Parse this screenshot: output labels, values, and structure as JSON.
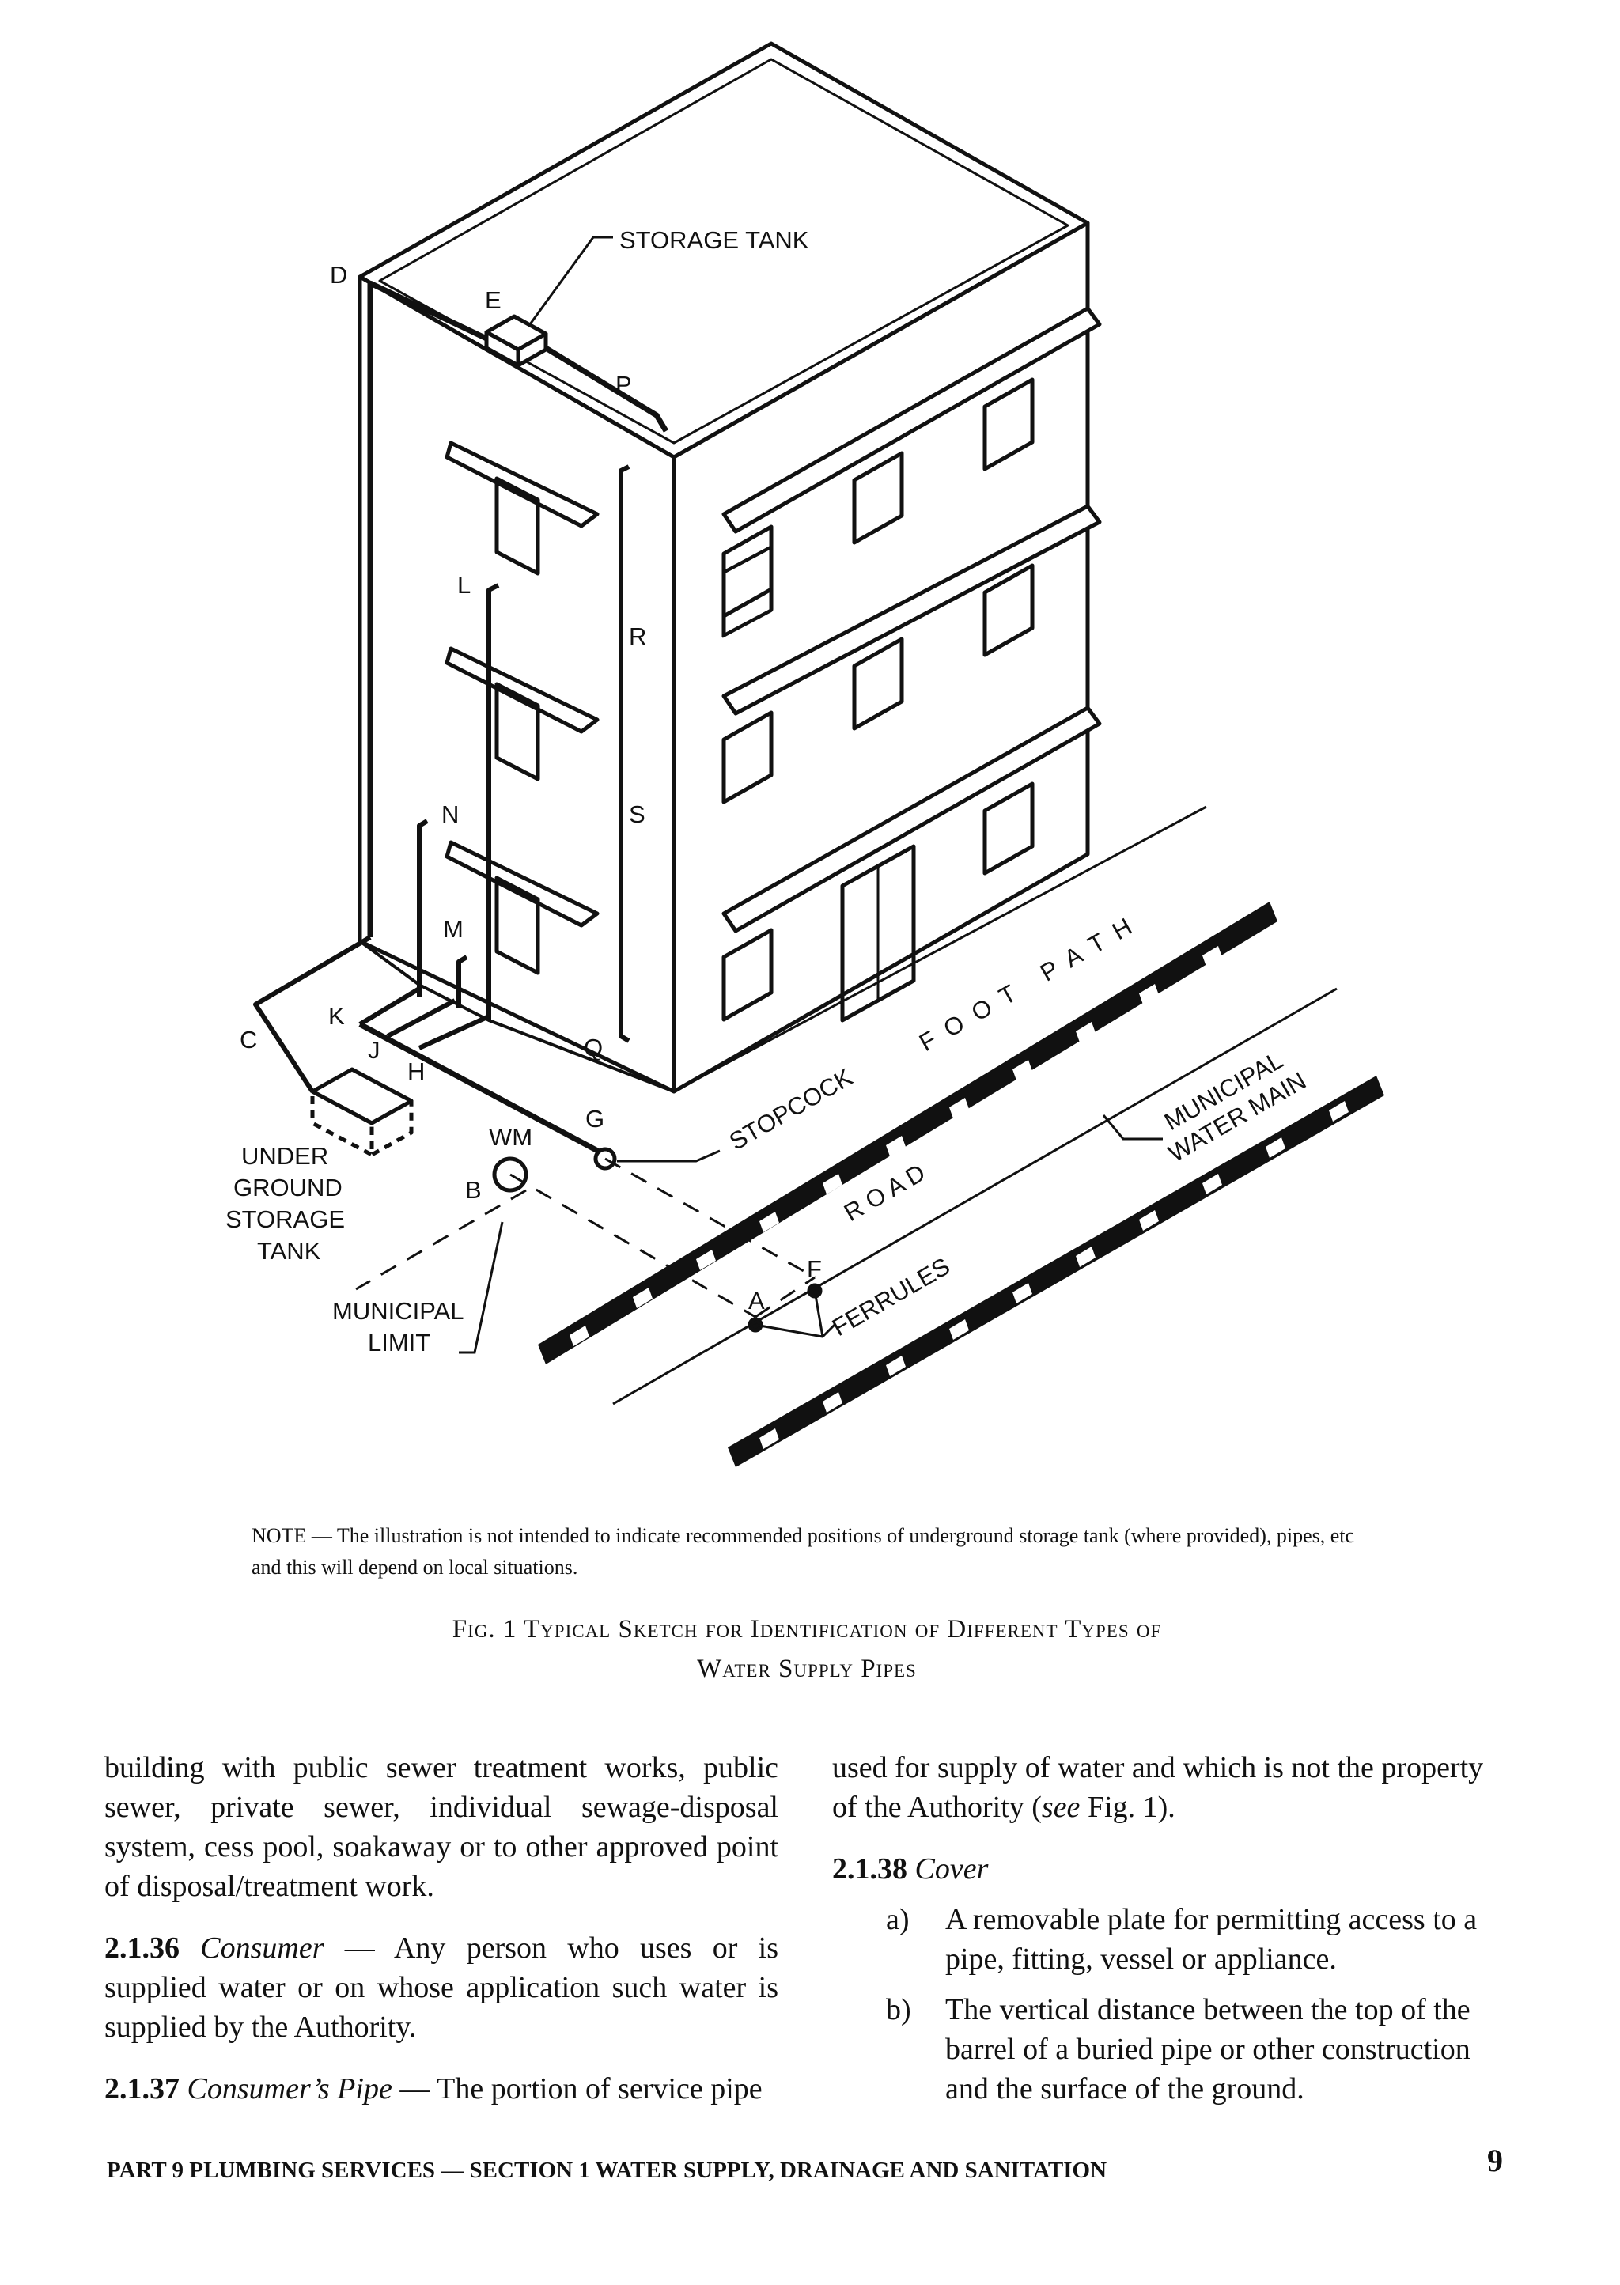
{
  "figure": {
    "labels": {
      "storage_tank": "STORAGE TANK",
      "D": "D",
      "E": "E",
      "P": "P",
      "L": "L",
      "R": "R",
      "N": "N",
      "S": "S",
      "M": "M",
      "K": "K",
      "C": "C",
      "J": "J",
      "H": "H",
      "Q": "Q",
      "WM": "WM",
      "G": "G",
      "B": "B",
      "F": "F",
      "A": "A",
      "stopcock": "STOPCOCK",
      "foot_path": "F O O T   P A T H",
      "road": "R O A D",
      "municipal_water_main_1": "MUNICIPAL",
      "municipal_water_main_2": "WATER MAIN",
      "ferrules": "FERRULES",
      "ug_tank_1": "UNDER",
      "ug_tank_2": "GROUND",
      "ug_tank_3": "STORAGE",
      "ug_tank_4": "TANK",
      "municipal_limit_1": "MUNICIPAL",
      "municipal_limit_2": "LIMIT"
    },
    "note": "NOTE — The illustration is not intended to indicate recommended positions of underground storage tank (where provided), pipes, etc and this will depend on local situations.",
    "caption_line1": "Fig. 1 Typical Sketch for Identification of Different Types of",
    "caption_line2": "Water Supply Pipes"
  },
  "left_column": {
    "p1": "building with public sewer treatment works, public sewer, private sewer, individual sewage-disposal system, cess pool, soakaway or to other approved point of disposal/treatment work.",
    "p2_num": "2.1.36",
    "p2_term": "Consumer",
    "p2_text": " — Any person who uses or is supplied water or on whose application such water is supplied by the Authority.",
    "p3_num": "2.1.37",
    "p3_term": "Consumer’s Pipe",
    "p3_text": " — The portion of service pipe"
  },
  "right_column": {
    "p1_a": "used for supply of water and which is not the property of the Authority (",
    "p1_see": "see",
    "p1_b": " Fig. 1).",
    "p2_num": "2.1.38",
    "p2_term": "Cover",
    "item_a_marker": "a)",
    "item_a_text": "A removable plate for permitting access to a pipe, fitting, vessel or appliance.",
    "item_b_marker": "b)",
    "item_b_text": "The vertical distance between the top of the barrel of a buried pipe or other construction and the surface of the ground."
  },
  "footer": {
    "running_title": "PART 9 PLUMBING SERVICES — SECTION 1 WATER SUPPLY, DRAINAGE AND SANITATION",
    "page_number": "9"
  }
}
